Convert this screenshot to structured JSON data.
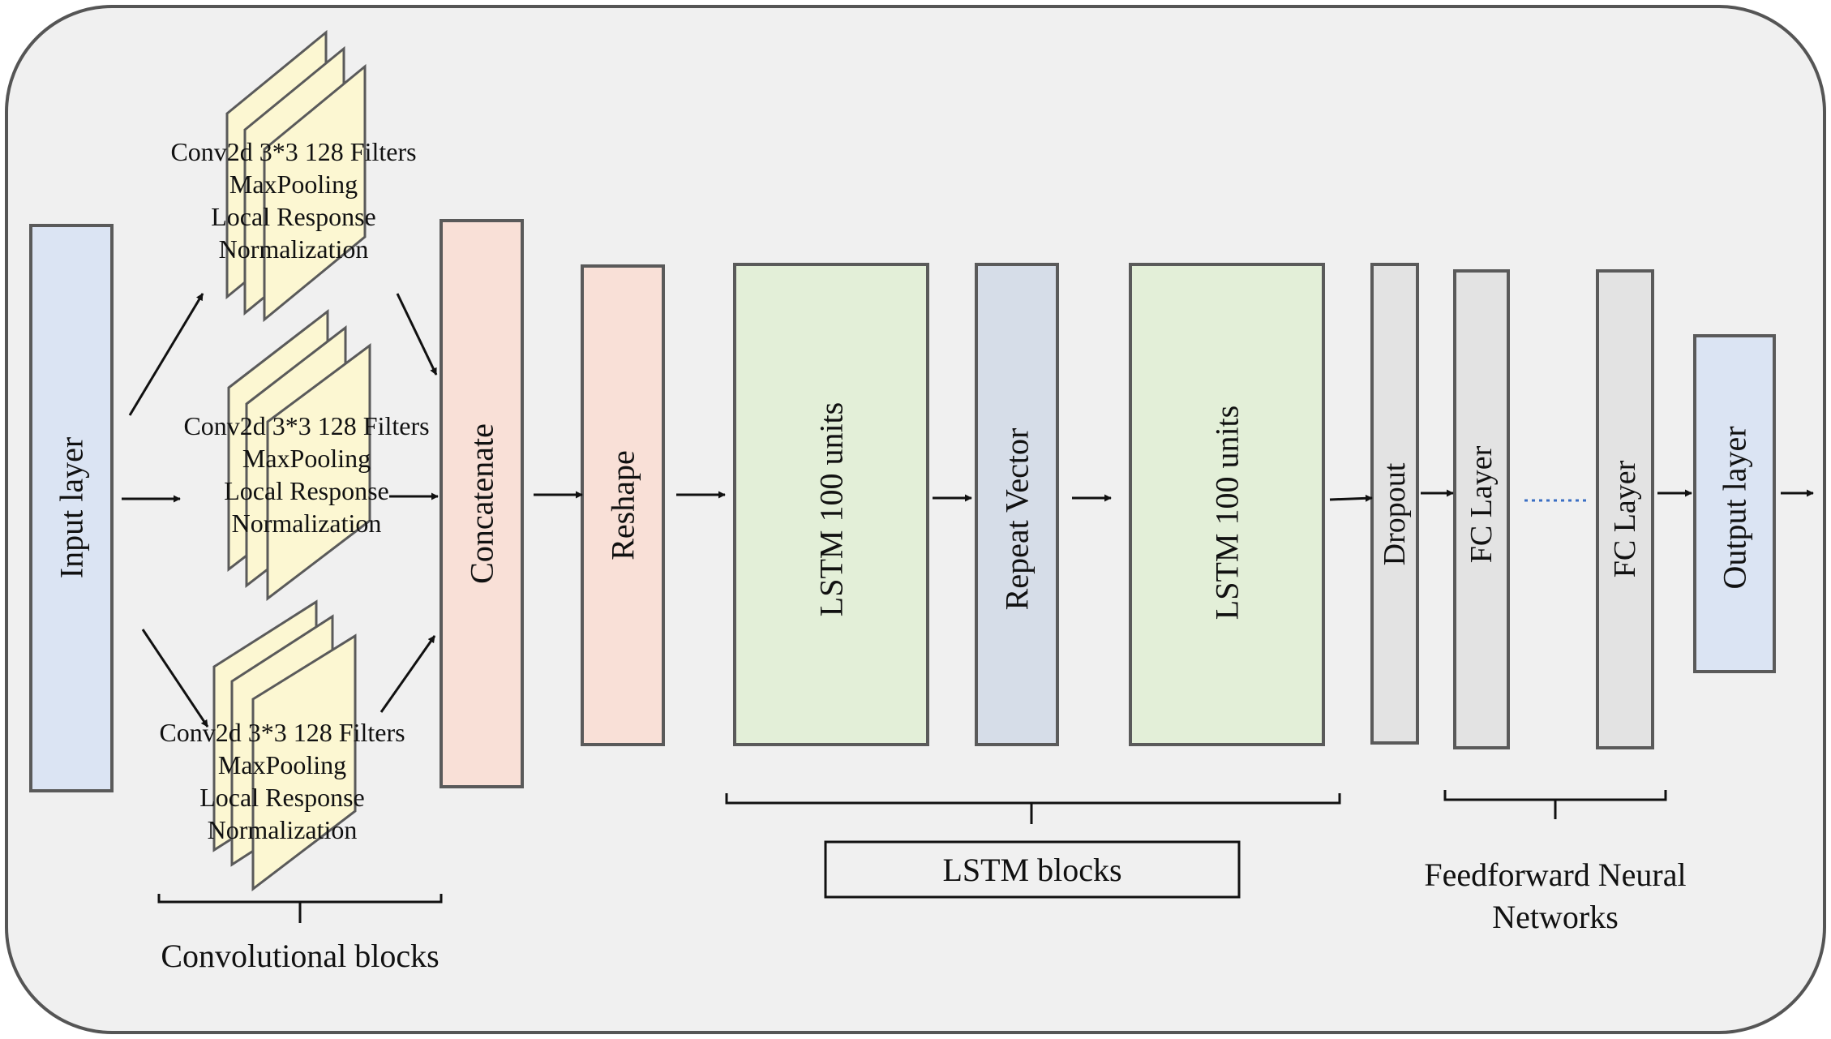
{
  "colors": {
    "background": "#f0f0f0",
    "frame_stroke": "#555555",
    "block_stroke": "#5a5a5a",
    "input_fill": "#dbe4f3",
    "conv_fill": "#fcf7d2",
    "concat_fill": "#f9e0d7",
    "reshape_fill": "#f9e0d7",
    "lstm_fill": "#e3efd8",
    "repeat_fill": "#d6dde8",
    "dropout_fill": "#e3e3e3",
    "fc_fill": "#e3e3e3",
    "output_fill": "#dbe4f3",
    "dots": "#3b6fc4",
    "arrow": "#111111"
  },
  "layers": {
    "input": "Input layer",
    "concatenate": "Concatenate",
    "reshape": "Reshape",
    "lstm1": "LSTM 100 units",
    "repeat": "Repeat Vector",
    "lstm2": "LSTM 100 units",
    "dropout": "Dropout",
    "fc1": "FC Layer",
    "fc2": "FC Layer",
    "output": "Output layer"
  },
  "conv_blocks": [
    {
      "line1": "Conv2d 3*3 128 Filters",
      "line2": "MaxPooling",
      "line3": "Local Response",
      "line4": "Normalization"
    },
    {
      "line1": "Conv2d 3*3 128 Filters",
      "line2": "MaxPooling",
      "line3": "Local Response",
      "line4": "Normalization"
    },
    {
      "line1": "Conv2d 3*3 128 Filters",
      "line2": "MaxPooling",
      "line3": "Local Response",
      "line4": "Normalization"
    }
  ],
  "groups": {
    "convolutional": "Convolutional blocks",
    "lstm": "LSTM blocks",
    "feedforward_line1": "Feedforward Neural",
    "feedforward_line2": "Networks"
  }
}
